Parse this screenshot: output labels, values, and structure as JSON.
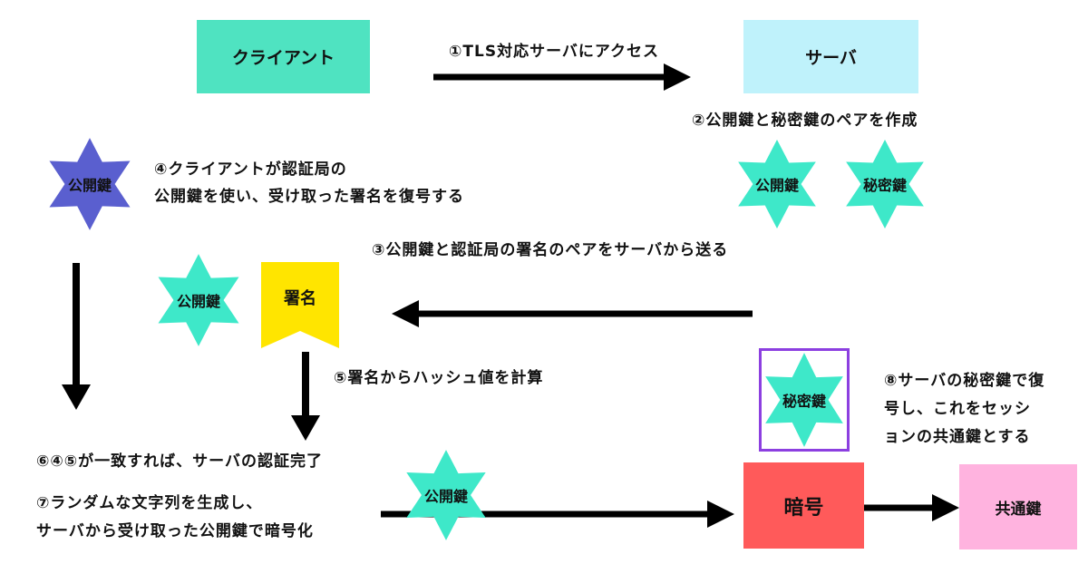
{
  "colors": {
    "client": "#4fe3c1",
    "server": "#bff2fb",
    "teal_star": "#3ee8c9",
    "blue_star": "#5a5fcf",
    "signature": "#ffe500",
    "cipher": "#ff5a5a",
    "common_key": "#ffb3df",
    "highlight_border": "#8c3fe0"
  },
  "boxes": {
    "client": "クライアント",
    "server": "サーバ",
    "signature": "署名",
    "cipher": "暗号",
    "common_key": "共通鍵"
  },
  "stars": {
    "public_key_client": "公開鍵",
    "public_key_server": "公開鍵",
    "private_key_server": "秘密鍵",
    "public_key_transfer": "公開鍵",
    "private_key_decrypt": "秘密鍵",
    "public_key_encrypt": "公開鍵"
  },
  "steps": {
    "step1": "①TLS対応サーバにアクセス",
    "step2": "②公開鍵と秘密鍵のペアを作成",
    "step3": "③公開鍵と認証局の署名のペアをサーバから送る",
    "step4_line1": "④クライアントが認証局の",
    "step4_line2": "公開鍵を使い、受け取った署名を復号する",
    "step5": "⑤署名からハッシュ値を計算",
    "step6": "⑥④⑤が一致すれば、サーバの認証完了",
    "step7_line1": "⑦ランダムな文字列を生成し、",
    "step7_line2": "サーバから受け取った公開鍵で暗号化",
    "step8_line1": "⑧サーバの秘密鍵で復",
    "step8_line2": "号し、これをセッシ",
    "step8_line3": "ョンの共通鍵とする"
  }
}
